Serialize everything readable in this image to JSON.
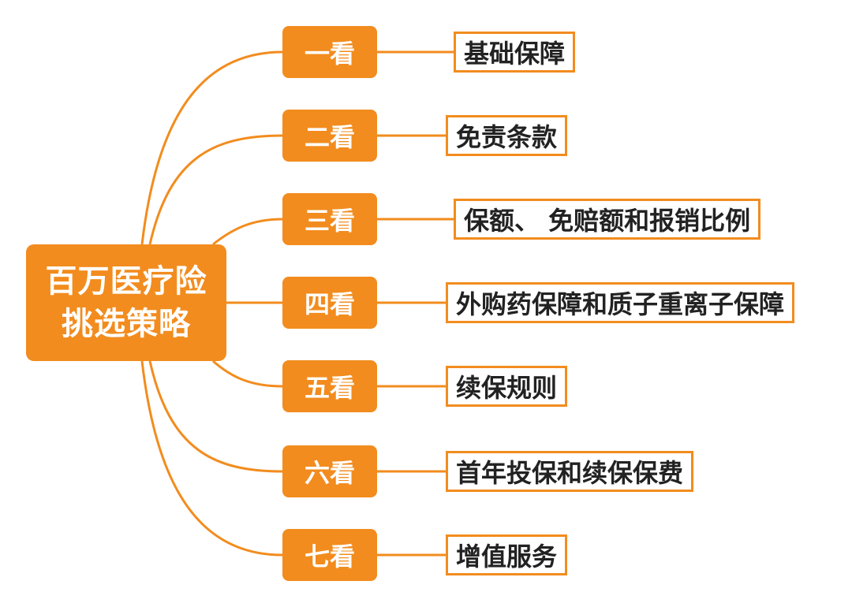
{
  "colors": {
    "accent": "#f28c1e",
    "text_on_accent": "#ffffff",
    "leaf_text": "#222222"
  },
  "root": {
    "line1": "百万医疗险",
    "line2": "挑选策略"
  },
  "branches": [
    {
      "step": "一看",
      "detail": "基础保障"
    },
    {
      "step": "二看",
      "detail": "免责条款"
    },
    {
      "step": "三看",
      "detail": "保额、 免赔额和报销比例"
    },
    {
      "step": "四看",
      "detail": "外购药保障和质子重离子保障"
    },
    {
      "step": "五看",
      "detail": "续保规则"
    },
    {
      "step": "六看",
      "detail": "首年投保和续保保费"
    },
    {
      "step": "七看",
      "detail": "增值服务"
    }
  ]
}
